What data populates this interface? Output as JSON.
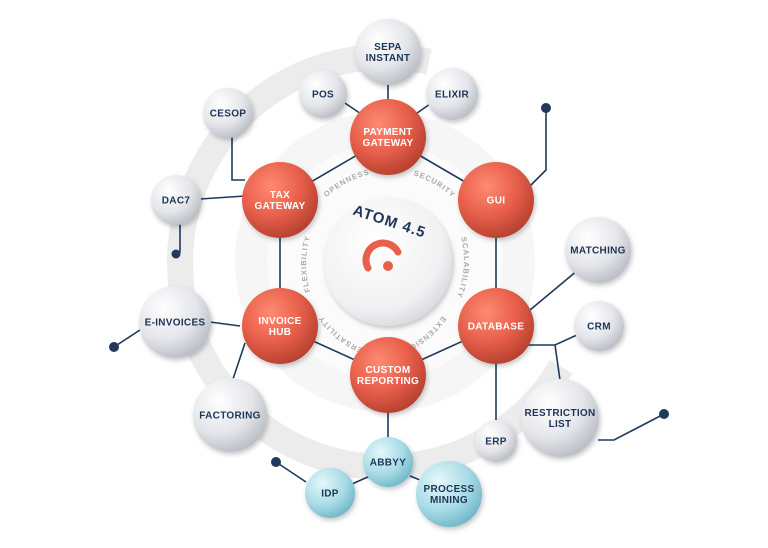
{
  "core": {
    "title": "ATOM 4.5",
    "brand_color": "#e8604c"
  },
  "ring_words": [
    "OPENNESS",
    "SECURITY",
    "SCALABILITY",
    "EXTENSION",
    "VERSATILITY",
    "FLEXIBILITY"
  ],
  "modules": [
    {
      "id": "payment-gateway",
      "lines": [
        "PAYMENT",
        "GATEWAY"
      ]
    },
    {
      "id": "gui",
      "lines": [
        "GUI"
      ]
    },
    {
      "id": "database",
      "lines": [
        "DATABASE"
      ]
    },
    {
      "id": "custom-reporting",
      "lines": [
        "CUSTOM",
        "REPORTING"
      ]
    },
    {
      "id": "invoice-hub",
      "lines": [
        "INVOICE",
        "HUB"
      ]
    },
    {
      "id": "tax-gateway",
      "lines": [
        "TAX",
        "GATEWAY"
      ]
    }
  ],
  "satellites": [
    {
      "id": "sepa-instant",
      "lines": [
        "SEPA",
        "INSTANT"
      ]
    },
    {
      "id": "pos",
      "lines": [
        "POS"
      ]
    },
    {
      "id": "elixir",
      "lines": [
        "ELIXIR"
      ]
    },
    {
      "id": "cesop",
      "lines": [
        "CESOP"
      ]
    },
    {
      "id": "dac7",
      "lines": [
        "DAC7"
      ]
    },
    {
      "id": "e-invoices",
      "lines": [
        "E-INVOICES"
      ]
    },
    {
      "id": "factoring",
      "lines": [
        "FACTORING"
      ]
    },
    {
      "id": "matching",
      "lines": [
        "MATCHING"
      ]
    },
    {
      "id": "crm",
      "lines": [
        "CRM"
      ]
    },
    {
      "id": "restriction-list",
      "lines": [
        "RESTRICTION",
        "LIST"
      ]
    },
    {
      "id": "erp",
      "lines": [
        "ERP"
      ]
    }
  ],
  "ai_satellites": [
    {
      "id": "abbyy",
      "lines": [
        "ABBYY"
      ]
    },
    {
      "id": "idp",
      "lines": [
        "IDP"
      ]
    },
    {
      "id": "process-mining",
      "lines": [
        "PROCESS",
        "MINING"
      ]
    }
  ],
  "colors": {
    "module_red": "#e8604c",
    "satellite_gray": "#e3e4e8",
    "ai_blue": "#a8dbe6",
    "connector": "#1f3a5a",
    "ring_gray": "#ececec"
  }
}
